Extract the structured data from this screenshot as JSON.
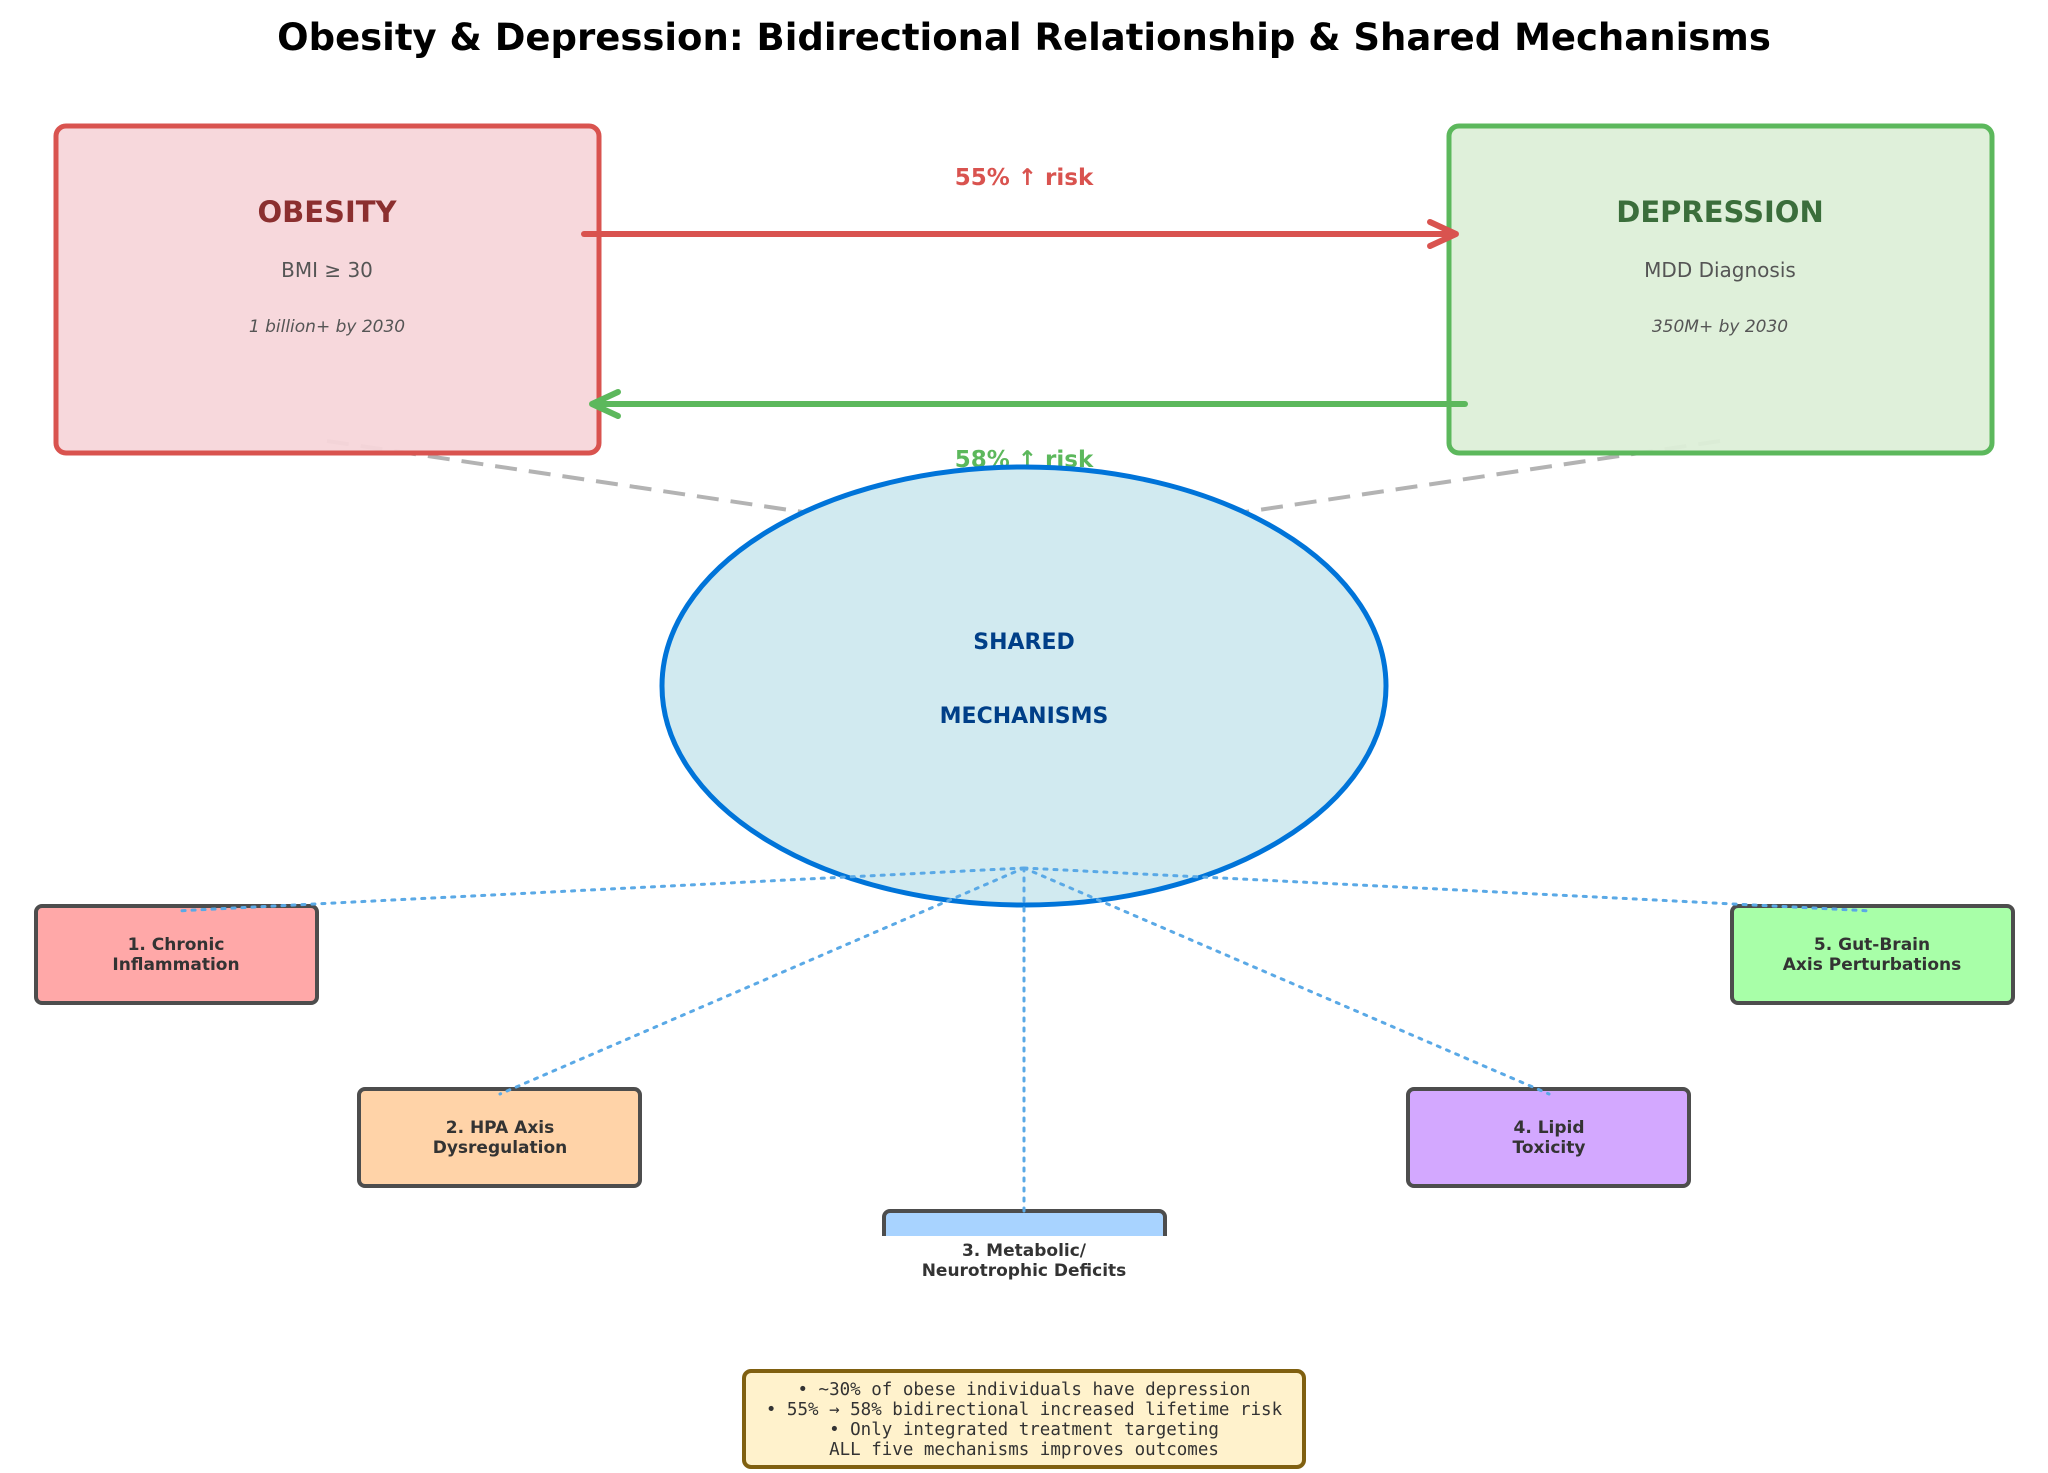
{
  "title": "Obesity & Depression: Bidirectional Relationship & Shared Mechanisms",
  "nodes": {
    "obesity": {
      "title": "OBESITY",
      "criterion": "BMI ≥ 30",
      "projection": "1 billion+ by 2030",
      "colors": {
        "fill": "#f7d6da",
        "border": "#d9534f",
        "title": "#8b2f2f"
      }
    },
    "depression": {
      "title": "DEPRESSION",
      "criterion": "MDD Diagnosis",
      "projection": "350M+ by 2030",
      "colors": {
        "fill": "#ddefd8",
        "border": "#5cb85c",
        "title": "#3b6e3b"
      }
    },
    "shared": {
      "line1": "SHARED",
      "line2": "MECHANISMS",
      "colors": {
        "fill": "#d1eaf0",
        "border": "#0074d9",
        "text": "#003f88"
      }
    }
  },
  "arrows": {
    "obesity_to_depression": {
      "label": "55% ↑ risk",
      "color": "#d9534f"
    },
    "depression_to_obesity": {
      "label": "58% ↑ risk",
      "color": "#5cb85c"
    }
  },
  "connector_colors": {
    "dashed": "#b3b3b3",
    "dotted": "#5aa9e6"
  },
  "mechanisms": [
    {
      "line1": "1. Chronic",
      "line2": "Inflammation",
      "fill": "#ffa8a8"
    },
    {
      "line1": "2. HPA Axis",
      "line2": "Dysregulation",
      "fill": "#ffd3a8"
    },
    {
      "line1": "3. Metabolic/",
      "line2": "Neurotrophic Deficits",
      "fill": "#a8d3ff"
    },
    {
      "line1": "4. Lipid",
      "line2": "Toxicity",
      "fill": "#d3a8ff"
    },
    {
      "line1": "5. Gut-Brain",
      "line2": "Axis Perturbations",
      "fill": "#a8ffa8"
    }
  ],
  "mechanism_border": "#4d4d4d",
  "summary": {
    "lines": [
      "• ~30% of obese individuals have depression",
      "• 55% → 58% bidirectional increased lifetime risk",
      "• Only integrated treatment targeting",
      "ALL five mechanisms improves outcomes"
    ],
    "colors": {
      "fill": "#fff2cc",
      "border": "#806010"
    }
  }
}
